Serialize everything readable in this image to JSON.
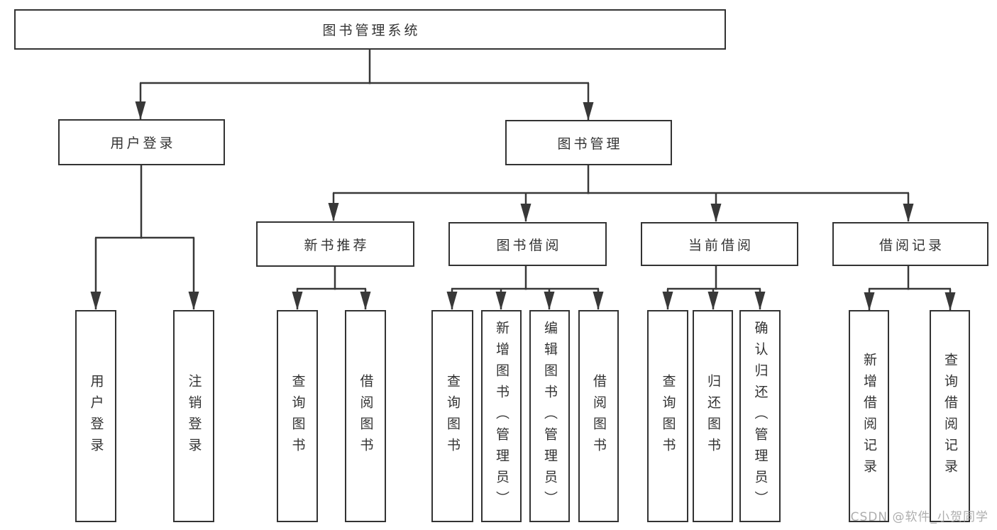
{
  "diagram": {
    "type": "hierarchy-tree",
    "title": "图书管理系统"
  },
  "nodes": {
    "root": {
      "label": "图书管理系统"
    },
    "user_login": {
      "label": "用户登录"
    },
    "book_management": {
      "label": "图书管理"
    },
    "new_book_recommend": {
      "label": "新书推荐"
    },
    "book_borrow": {
      "label": "图书借阅"
    },
    "current_borrow": {
      "label": "当前借阅"
    },
    "borrow_records": {
      "label": "借阅记录"
    },
    "ul_login": {
      "label": "用户登录"
    },
    "ul_logout": {
      "label": "注销登录"
    },
    "nb_query": {
      "label": "查询图书"
    },
    "nb_borrow": {
      "label": "借阅图书"
    },
    "bb_query": {
      "label": "查询图书"
    },
    "bb_add": {
      "label": "新增图书（管理员）"
    },
    "bb_edit": {
      "label": "编辑图书（管理员）"
    },
    "bb_borrow": {
      "label": "借阅图书"
    },
    "cb_query": {
      "label": "查询图书"
    },
    "cb_return": {
      "label": "归还图书"
    },
    "cb_confirm": {
      "label": "确认归还（管理员）"
    },
    "br_add": {
      "label": "新增借阅记录"
    },
    "br_query": {
      "label": "查询借阅记录"
    }
  },
  "hierarchy": {
    "图书管理系统": {
      "用户登录": [
        "用户登录",
        "注销登录"
      ],
      "图书管理": {
        "新书推荐": [
          "查询图书",
          "借阅图书"
        ],
        "图书借阅": [
          "查询图书",
          "新增图书（管理员）",
          "编辑图书（管理员）",
          "借阅图书"
        ],
        "当前借阅": [
          "查询图书",
          "归还图书",
          "确认归还（管理员）"
        ],
        "借阅记录": [
          "新增借阅记录",
          "查询借阅记录"
        ]
      }
    }
  },
  "watermark": {
    "text": "CSDN @软件_小贺同学"
  },
  "colors": {
    "background": "#ffffff",
    "box_border": "#333333",
    "line": "#383838",
    "text": "#333333",
    "watermark": "#a5a5a5"
  }
}
